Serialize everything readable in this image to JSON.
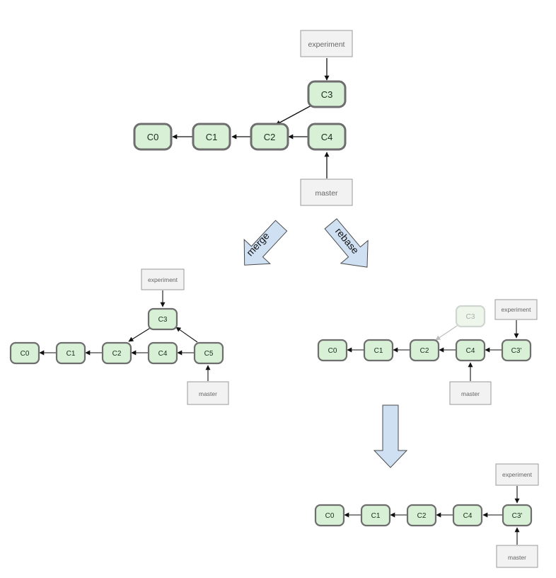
{
  "colors": {
    "commit_fill": "#d8f0d6",
    "commit_stroke": "#6e6e6e",
    "ghost_fill": "#eef6ec",
    "ghost_stroke": "#cfd6cf",
    "ref_fill": "#f2f2f2",
    "ref_stroke": "#9a9a9a",
    "big_arrow_fill": "#cfe0f3",
    "big_arrow_stroke": "#4a4a4a",
    "edge": "#111111",
    "ghost_edge": "#bbbbbb"
  },
  "top": {
    "commits": [
      "C0",
      "C1",
      "C2",
      "C4",
      "C3"
    ],
    "refs": {
      "experiment": "experiment",
      "master": "master"
    }
  },
  "transitions": {
    "merge": "merge",
    "rebase": "rebase"
  },
  "merge_result": {
    "commits": [
      "C0",
      "C1",
      "C2",
      "C4",
      "C5",
      "C3"
    ],
    "refs": {
      "experiment": "experiment",
      "master": "master"
    }
  },
  "rebase_result": {
    "commits": [
      "C0",
      "C1",
      "C2",
      "C4",
      "C3'"
    ],
    "ghost_commit": "C3",
    "refs": {
      "experiment": "experiment",
      "master": "master"
    }
  },
  "fast_forward_result": {
    "commits": [
      "C0",
      "C1",
      "C2",
      "C4",
      "C3'"
    ],
    "refs": {
      "experiment": "experiment",
      "master": "master"
    }
  }
}
